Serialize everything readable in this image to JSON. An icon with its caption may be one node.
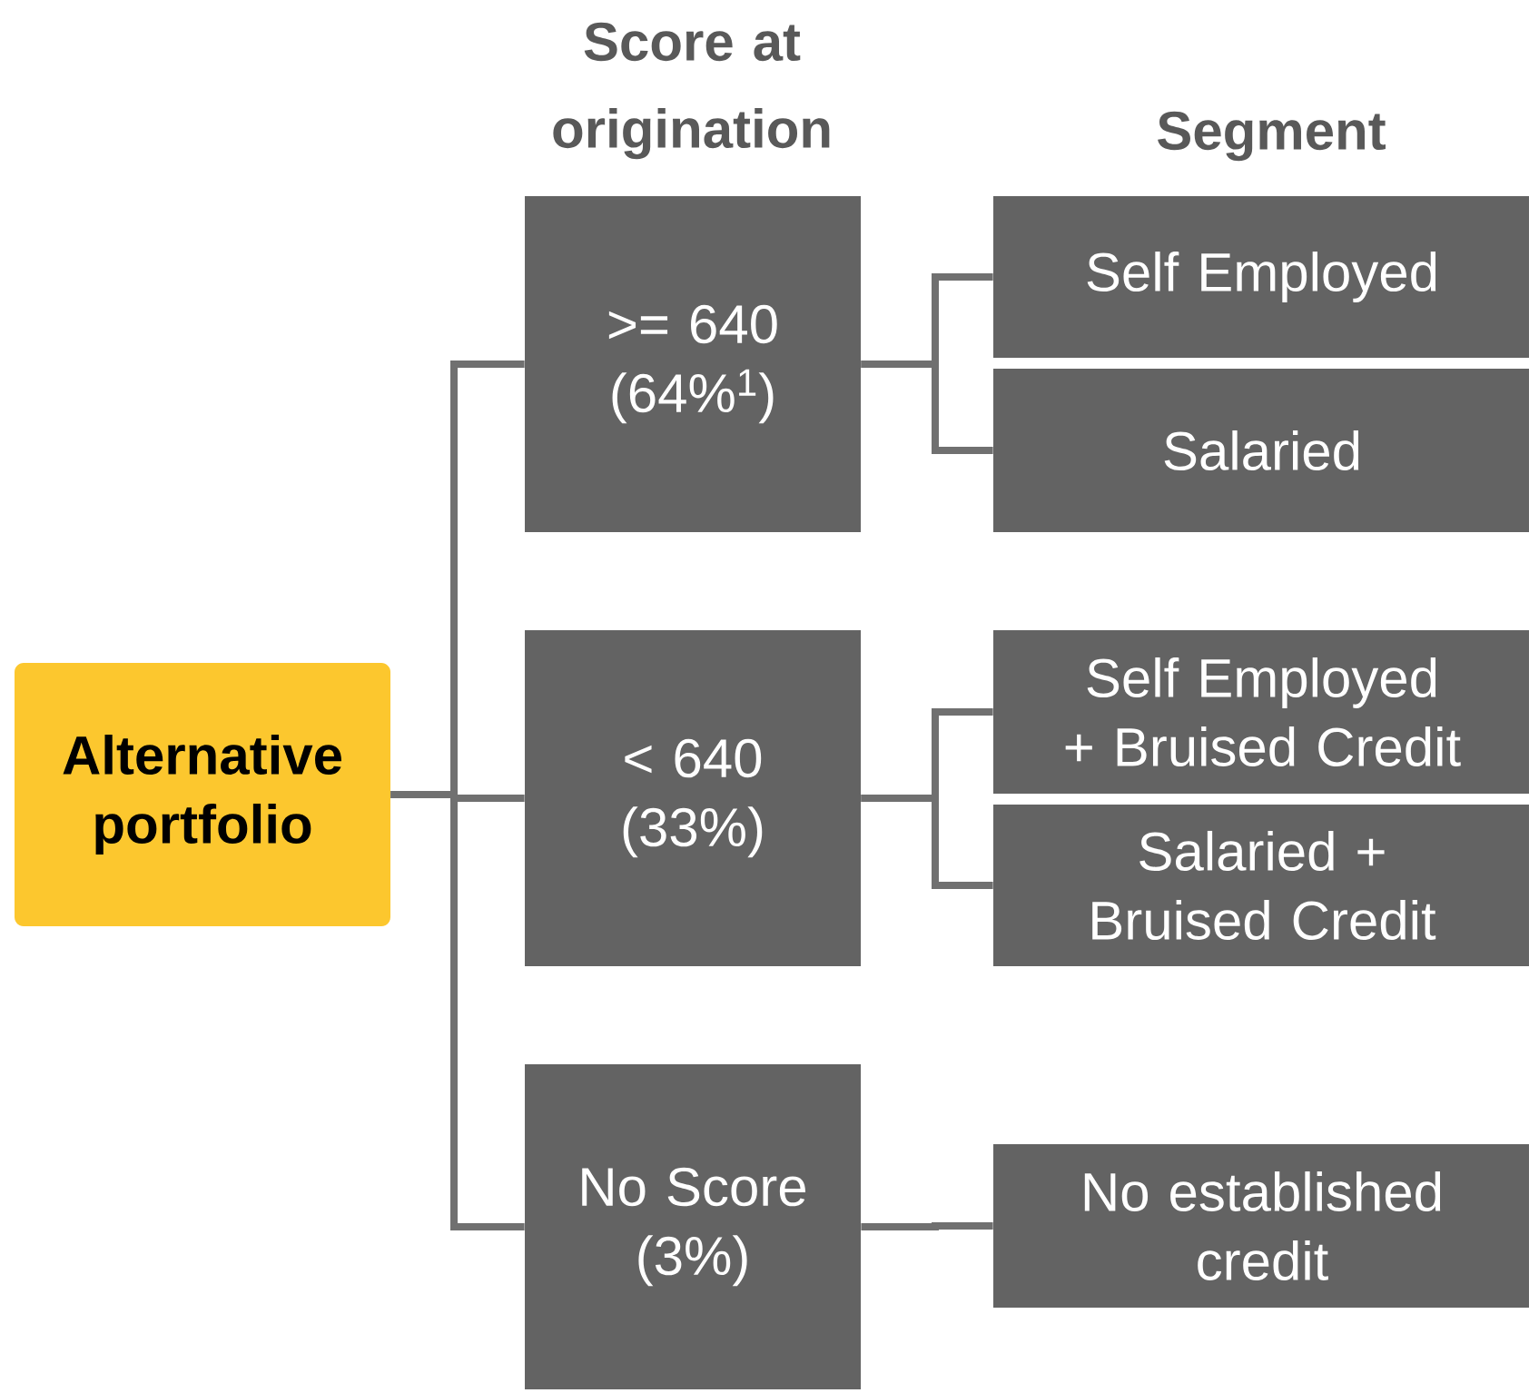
{
  "diagram": {
    "nodes": [
      {
        "text": [
          "Alternative portfolio"
        ]
      },
      {
        "text": [
          ">= 640 (64%$^{1}$)"
        ]
      },
      {
        "text": [
          "< 640 (33%)"
        ]
      },
      {
        "text": [
          "No Score (3%)"
        ]
      },
      {
        "text": [
          "Self Employed"
        ]
      },
      {
        "text": [
          "Salaried"
        ]
      },
      {
        "text": [
          "Self Employed + Bruised Credit"
        ]
      },
      {
        "text": [
          "Salaried + Bruised Credit"
        ]
      },
      {
        "text": [
          "No established credit"
        ]
      }
    ],
    "edges": [
      {
        "from": 0,
        "to": 1,
        "arrow": "none"
      },
      {
        "from": 0,
        "to": 2,
        "arrow": "none"
      },
      {
        "from": 0,
        "to": 3,
        "arrow": "none"
      },
      {
        "from": 1,
        "to": 4,
        "arrow": "none"
      },
      {
        "from": 1,
        "to": 5,
        "arrow": "none"
      },
      {
        "from": 2,
        "to": 6,
        "arrow": "none"
      },
      {
        "from": 2,
        "to": 7,
        "arrow": "none"
      },
      {
        "from": 3,
        "to": 8,
        "arrow": "none"
      }
    ],
    "labels": [
      "Score at origination",
      "Segment"
    ]
  }
}
